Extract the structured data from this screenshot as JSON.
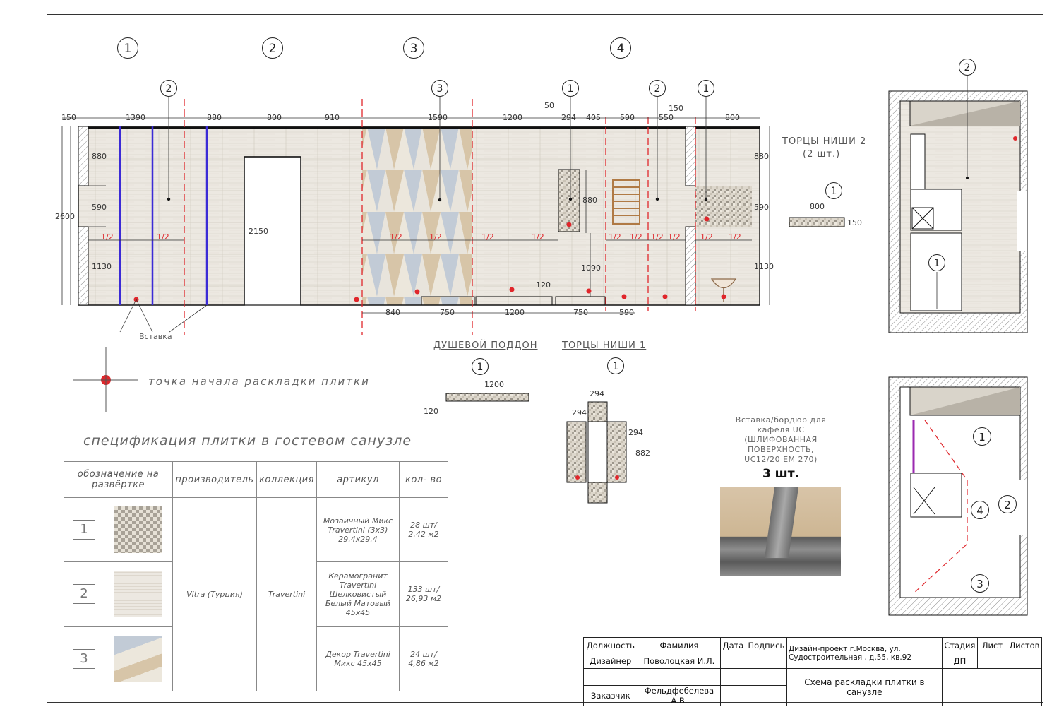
{
  "sections": [
    "1",
    "2",
    "3",
    "4"
  ],
  "tile_markers": {
    "top": [
      "2",
      "3",
      "1",
      "2",
      "1"
    ]
  },
  "dimensions": {
    "top_row": [
      "150",
      "1390",
      "880",
      "800",
      "910",
      "1590",
      "1200",
      "50",
      "294",
      "405",
      "590",
      "550",
      "150",
      "800"
    ],
    "left_side": [
      "880",
      "590",
      "1130",
      "2600"
    ],
    "right_side": [
      "880",
      "590",
      "1130"
    ],
    "door": "2150",
    "niche_height": "880",
    "niche_bottom": "1090",
    "bottom_row": [
      "840",
      "750",
      "1200",
      "750",
      "590"
    ],
    "small_120": "120",
    "half": "1/2"
  },
  "labels": {
    "insert": "Вставка",
    "niche2_title": "ТОРЦЫ НИШИ 2",
    "niche2_sub": "(2 шт.)",
    "niche2_dim_w": "800",
    "niche2_dim_h": "150",
    "niche2_marker": "1",
    "shower_title": "ДУШЕВОЙ ПОДДОН",
    "shower_marker": "1",
    "shower_dim_w": "1200",
    "shower_dim_h": "120",
    "niche1_title": "ТОРЦЫ НИШИ 1",
    "niche1_marker": "1",
    "niche1_dims": [
      "294",
      "294",
      "294",
      "882"
    ],
    "legend_text": "точка начала раскладки плитки",
    "insert_desc": [
      "Вставка/бордюр для",
      "кафеля UC",
      "(ШЛИФОВАННАЯ",
      "ПОВЕРХНОСТЬ,",
      "UC12/20 EM 270)"
    ],
    "insert_qty": "3 шт."
  },
  "plan_top": {
    "markers": [
      "2",
      "1"
    ]
  },
  "plan_bottom": {
    "markers": [
      "1",
      "2",
      "4",
      "3"
    ]
  },
  "spec": {
    "title": "спецификация плитки в гостевом санузле",
    "headers": [
      "обозначение на развёртке",
      "производитель",
      "коллекция",
      "артикул",
      "кол- во"
    ],
    "manufacturer": "Vitra (Турция)",
    "collection": "Travertini",
    "rows": [
      {
        "num": "1",
        "article": "Мозаичный Микс Travertini (3x3) 29,4x29,4",
        "qty": "28 шт/ 2,42 м2"
      },
      {
        "num": "2",
        "article": "Керамогранит Travertini Шелковистый Белый Матовый 45x45",
        "qty": "133 шт/ 26,93 м2"
      },
      {
        "num": "3",
        "article": "Декор Travertini Микс 45x45",
        "qty": "24 шт/ 4,86 м2"
      }
    ]
  },
  "title_block": {
    "h_role": "Должность",
    "h_name": "Фамилия",
    "h_date": "Дата",
    "h_sign": "Подпись",
    "project": "Дизайн-проект г.Москва, ул. Судостроительная , д.55, кв.92",
    "h_stage": "Стадия",
    "h_sheet": "Лист",
    "h_sheets": "Листов",
    "role1": "Дизайнер",
    "name1": "Поволоцкая И.Л.",
    "stage": "ДП",
    "drawing": "Схема раскладки плитки в санузле",
    "role2": "Заказчик",
    "name2": "Фельдфебелева А.В."
  },
  "colors": {
    "red": "#e0262b",
    "blue": "#3b2bd6",
    "tile": "#ece8e1",
    "mosaic": "#b9b3a8"
  }
}
